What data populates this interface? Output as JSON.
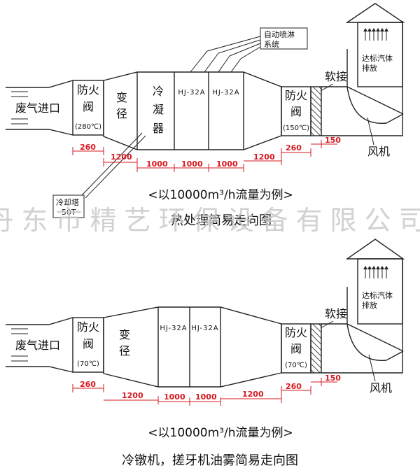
{
  "diagram1": {
    "inlet": "废气进口",
    "damper1": [
      "防火",
      "阀"
    ],
    "damper1_temp": "(280℃)",
    "reducer": [
      "变",
      "径"
    ],
    "condenser": [
      "冷",
      "凝",
      "器"
    ],
    "hj1": "HJ-32A",
    "hj2": "HJ-32A",
    "spray": [
      "自动喷淋",
      "系统"
    ],
    "damper2": [
      "防火",
      "阀"
    ],
    "damper2_temp": "(150℃)",
    "soft_joint": "软接",
    "stack": [
      "达标汽体",
      "排放"
    ],
    "fan": "风机",
    "cooling_tower": [
      "冷却塔",
      "50T"
    ],
    "dims": [
      "260",
      "1200",
      "1000",
      "1000",
      "1000",
      "1200",
      "260",
      "150"
    ],
    "flow_note": "<以10000m³/h流量为例>",
    "title": "热处理简易走向图"
  },
  "watermark": "丹东市精艺环保设备有限公司",
  "diagram2": {
    "inlet": "废气进口",
    "damper1": [
      "防火",
      "阀"
    ],
    "damper1_temp": "(70℃)",
    "reducer": [
      "变",
      "径"
    ],
    "hj1": "HJ-32A",
    "hj2": "HJ-32A",
    "damper2": [
      "防火",
      "阀"
    ],
    "damper2_temp": "(70℃)",
    "soft_joint": "软接",
    "stack": [
      "达标汽体",
      "排放"
    ],
    "fan": "风机",
    "dims": [
      "260",
      "1200",
      "1000",
      "1000",
      "1200",
      "260",
      "150"
    ],
    "flow_note": "<以10000m³/h流量为例>",
    "title": "冷镦机，搓牙机油雾简易走向图"
  }
}
